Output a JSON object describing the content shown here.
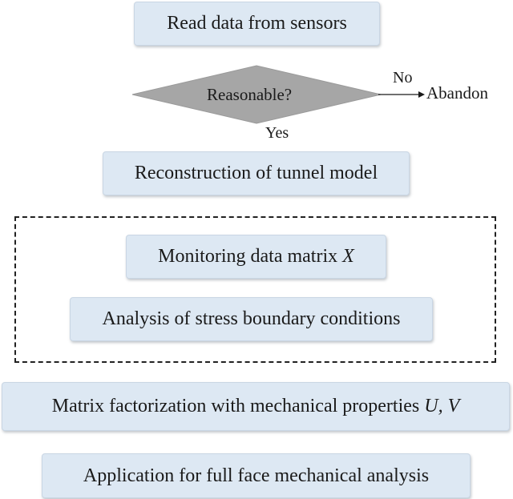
{
  "flowchart": {
    "step_read": "Read data from sensors",
    "decision": "Reasonable?",
    "no_label": "No",
    "yes_label": "Yes",
    "abandon": "Abandon",
    "step_reconstruction": "Reconstruction of tunnel model",
    "step_monitoring": "Monitoring data matrix",
    "step_monitoring_var": "X",
    "step_stress": "Analysis of stress boundary conditions",
    "step_matrix": "Matrix factorization with mechanical properties",
    "step_matrix_var": "U, V",
    "step_application": "Application for full face mechanical analysis"
  },
  "colors": {
    "box_fill": "#dde8f3",
    "diamond_fill": "#a6a6a6",
    "line": "#1a1a1a"
  }
}
